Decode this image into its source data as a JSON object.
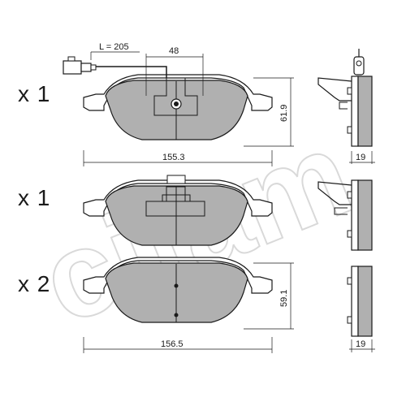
{
  "rows": [
    {
      "quantity": "x 1",
      "wire_length_label": "L = 205",
      "sensor_offset_label": "48",
      "width_label": "155.3",
      "height_label": "61.9",
      "thickness_label": "19"
    },
    {
      "quantity": "x 1"
    },
    {
      "quantity": "x 2",
      "width_label": "156.5",
      "height_label": "59.1",
      "thickness_label": "19"
    }
  ],
  "watermark": "cifam",
  "colors": {
    "pad_fill": "#b0b0b0",
    "backplate_fill": "#ffffff",
    "line": "#1a1a1a",
    "watermark": "#d9d9d9"
  }
}
